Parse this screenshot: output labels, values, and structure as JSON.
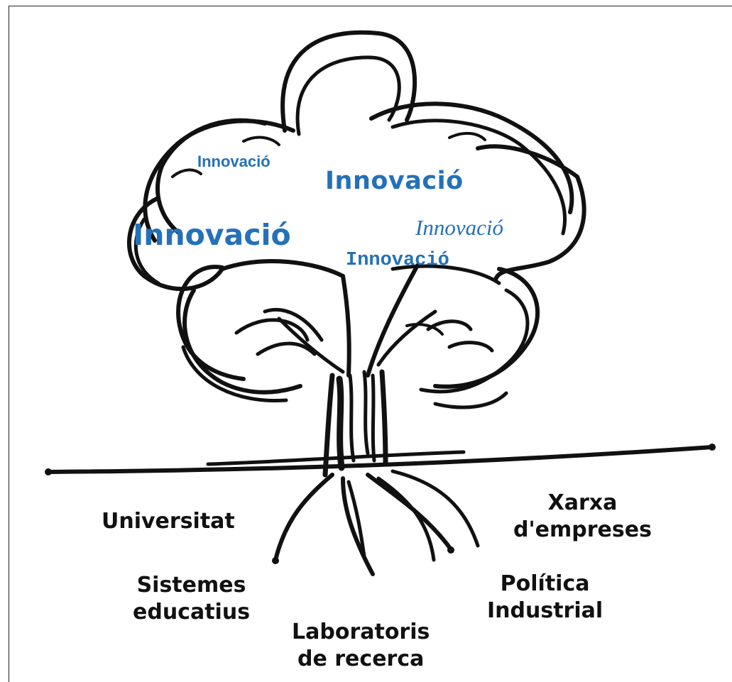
{
  "crown_words": [
    "Innovació",
    "Innovació",
    "Innovació",
    "Innovació",
    "Innovació"
  ],
  "roots": {
    "universitat": [
      "Universitat"
    ],
    "sistemes": [
      "Sistemes",
      "educatius"
    ],
    "laboratoris": [
      "Laboratoris",
      "de recerca"
    ],
    "xarxa": [
      "Xarxa",
      "d'empreses"
    ],
    "politica": [
      "Política",
      "Industrial"
    ]
  },
  "colors": {
    "accent": "#2471b8",
    "ink": "#111111",
    "background": "#ffffff"
  }
}
